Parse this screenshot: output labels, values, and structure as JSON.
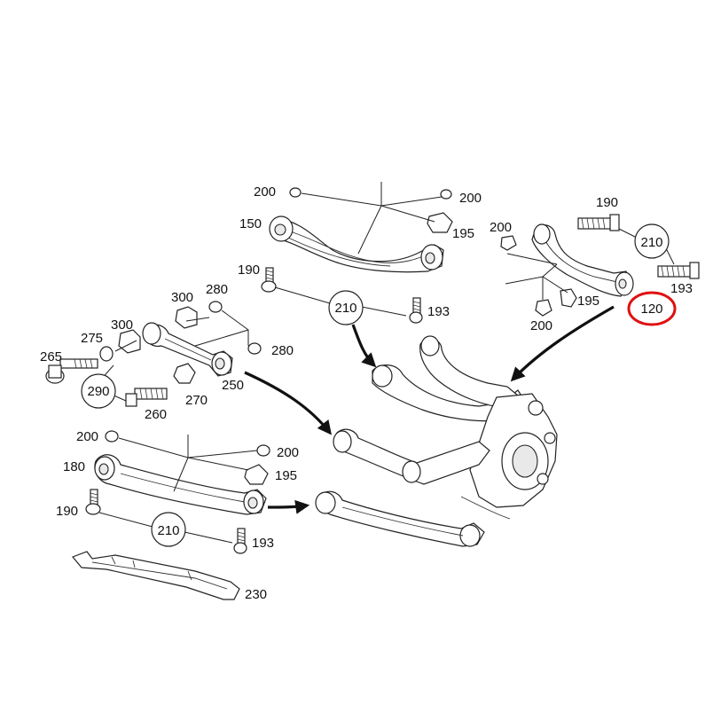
{
  "diagram": {
    "callouts": {
      "c200_top_left": "200",
      "c200_top_right": "200",
      "c150": "150",
      "c195_top": "195",
      "c190_mid": "190",
      "c210_mid": "210",
      "c193_mid": "193",
      "c300_a": "300",
      "c280_a": "280",
      "c300_b": "300",
      "c275": "275",
      "c280_b": "280",
      "c265": "265",
      "c290": "290",
      "c270": "270",
      "c250": "250",
      "c260": "260",
      "c190_right": "190",
      "c200_right_top": "200",
      "c210_right": "210",
      "c195_right": "195",
      "c193_right": "193",
      "c200_right_bottom": "200",
      "c120": "120",
      "c200_bl_left": "200",
      "c200_bl_right": "200",
      "c180": "180",
      "c195_bl": "195",
      "c190_bl": "190",
      "c210_bl": "210",
      "c193_bl": "193",
      "c230": "230"
    },
    "highlight_color": "#e01010"
  }
}
